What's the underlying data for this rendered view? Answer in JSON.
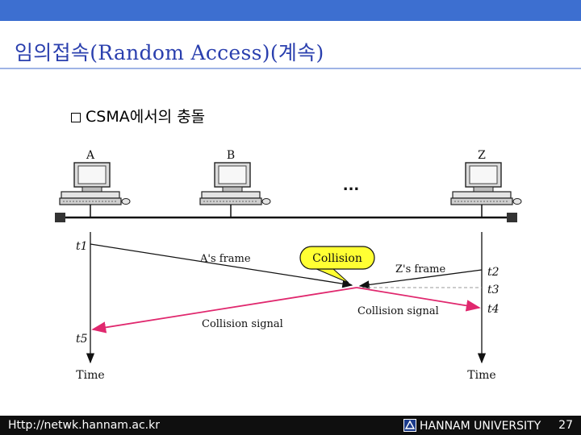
{
  "slide": {
    "title": "임의접속(Random Access)(계속)",
    "bullet": "CSMA에서의 충돌",
    "accent_color": "#3d6fd0",
    "title_color": "#2a3fae"
  },
  "diagram": {
    "stations": [
      "A",
      "B",
      "Z"
    ],
    "ellipsis": "...",
    "time_marks": [
      "t1",
      "t2",
      "t3",
      "t4",
      "t5"
    ],
    "frames": {
      "a_frame": "A's frame",
      "z_frame": "Z's frame",
      "collision": "Collision",
      "collision_signal_right": "Collision signal",
      "collision_signal_left": "Collision signal"
    },
    "time_axis_left": "Time",
    "time_axis_right": "Time",
    "signal_color": "#e0286e",
    "bubble_color": "#ffff33"
  },
  "footer": {
    "url": "Http://netwk.hannam.ac.kr",
    "university": "HANNAM UNIVERSITY",
    "page": "27"
  }
}
